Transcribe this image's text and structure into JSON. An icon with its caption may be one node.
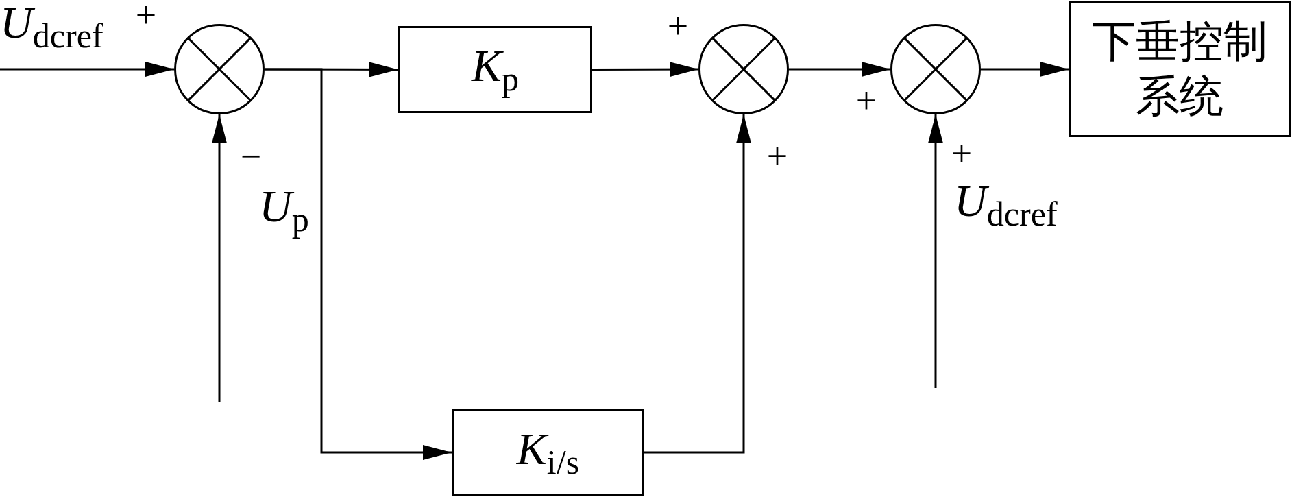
{
  "diagram": {
    "nodes": [
      {
        "text": [],
        "shape": "circle"
      },
      {
        "text": [
          "*K*$_{p}$"
        ]
      },
      {
        "text": [],
        "shape": "circle"
      },
      {
        "text": [],
        "shape": "circle"
      },
      {
        "text": [
          "下垂控制系统"
        ]
      },
      {
        "text": [
          "*K*$_{i/s}$"
        ]
      }
    ],
    "edges": [
      {
        "from": null,
        "to": 0,
        "arrow": "to",
        "label": "*U*$_{dcref}$"
      },
      {
        "from": null,
        "to": 0,
        "arrow": "to",
        "label": "*U*$_{p}$"
      },
      {
        "from": 0,
        "to": 1,
        "arrow": "to"
      },
      {
        "from": 0,
        "to": 5,
        "arrow": "to"
      },
      {
        "from": 1,
        "to": 2,
        "arrow": "to"
      },
      {
        "from": 5,
        "to": 2,
        "arrow": "to"
      },
      {
        "from": 2,
        "to": 3,
        "arrow": "to"
      },
      {
        "from": null,
        "to": 3,
        "arrow": "to",
        "label": "*U*$_{dcref}$"
      },
      {
        "from": 3,
        "to": 4,
        "arrow": "to"
      }
    ],
    "labels": [
      "+",
      "+",
      "+",
      "−",
      "+",
      "+"
    ]
  }
}
